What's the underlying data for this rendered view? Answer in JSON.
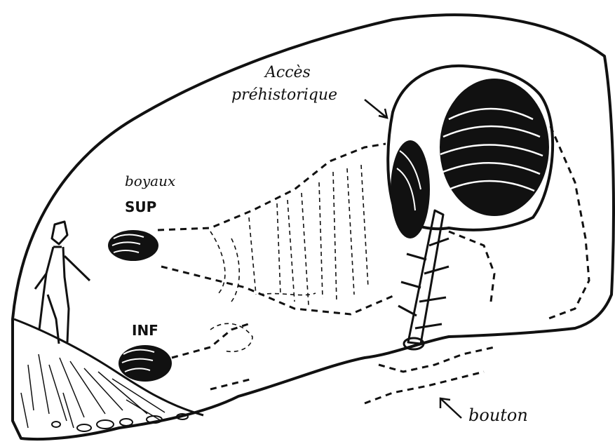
{
  "labels": {
    "acces_line1": "Accès",
    "acces_line2": "préhistorique",
    "boyaux": "boyaux",
    "sup": "SUP",
    "inf": "INF",
    "bouton": "bouton"
  }
}
